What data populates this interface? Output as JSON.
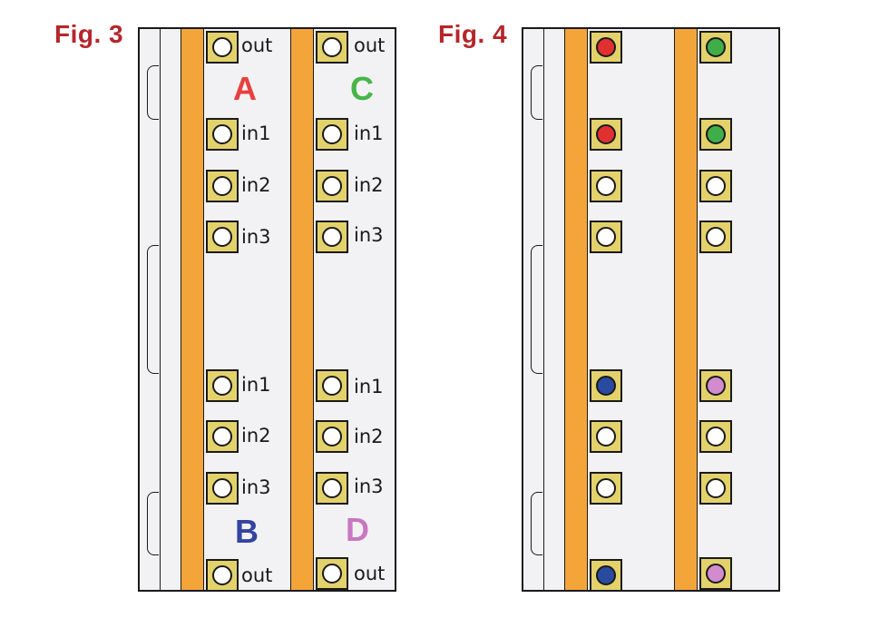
{
  "figures": {
    "fig3": {
      "label": "Fig. 3",
      "gates": {
        "A": {
          "letter": "A",
          "color": "#e8403f"
        },
        "C": {
          "letter": "C",
          "color": "#46b649"
        },
        "B": {
          "letter": "B",
          "color": "#3444a0"
        },
        "D": {
          "letter": "D",
          "color": "#c877c0"
        }
      },
      "pin_labels": {
        "out": "out",
        "in1": "in1",
        "in2": "in2",
        "in3": "in3"
      }
    },
    "fig4": {
      "label": "Fig. 4",
      "hole_colors": {
        "left_out_top": "#e0302f",
        "left_in1_top": "#e0302f",
        "right_out_top": "#3fae48",
        "right_in1_top": "#3fae48",
        "left_in1_bottom": "#2a4aa0",
        "left_out_bottom": "#2a4aa0",
        "right_in1_bottom": "#d28bcf",
        "right_out_bottom": "#d28bcf",
        "empty": "#ffffff"
      }
    }
  }
}
